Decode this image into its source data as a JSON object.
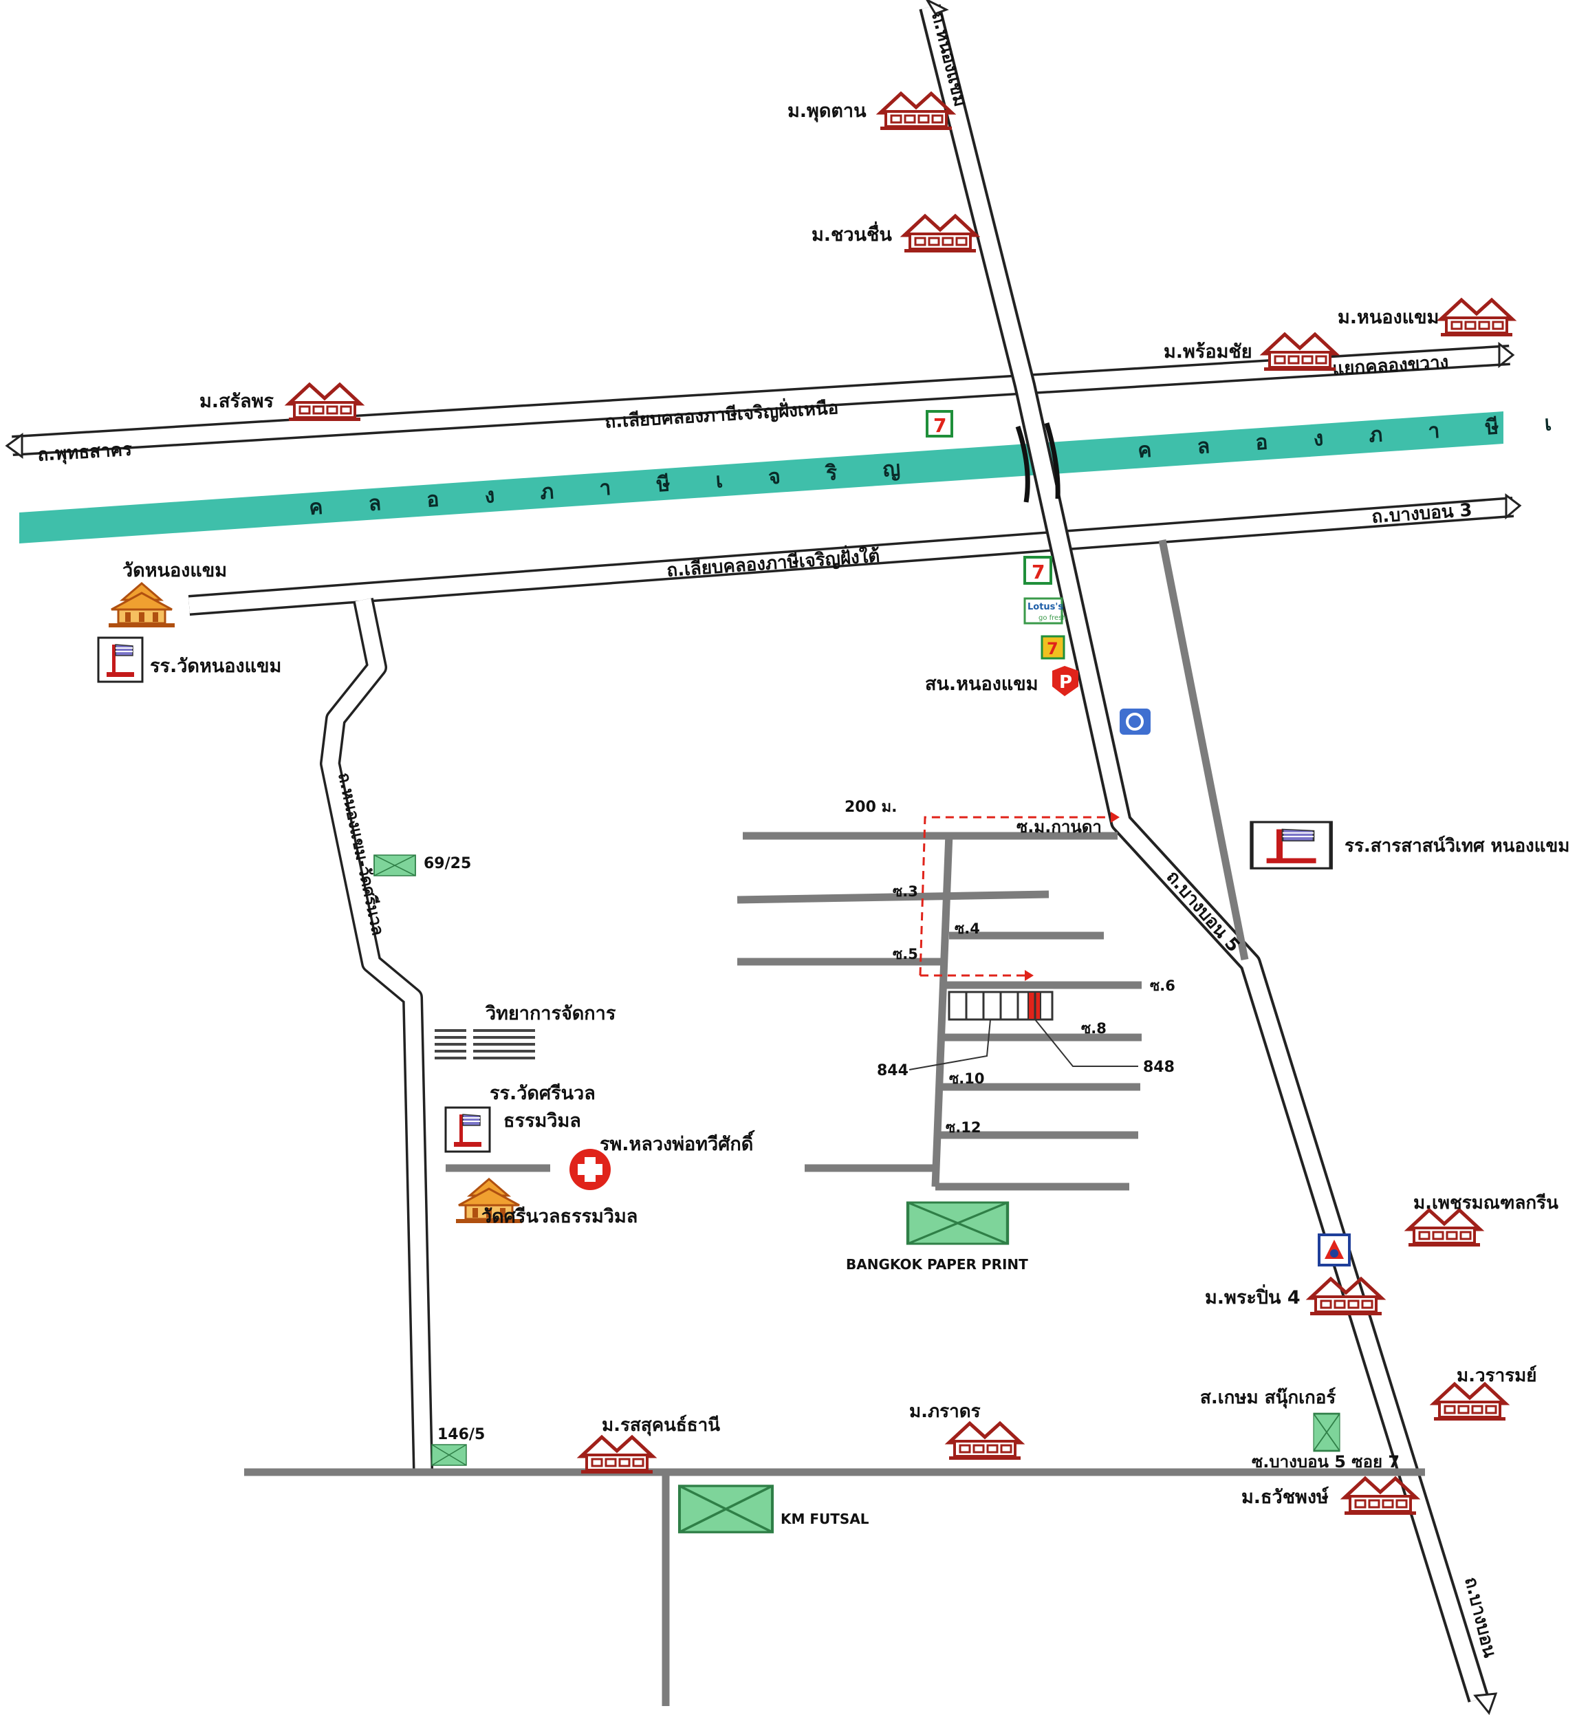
{
  "colors": {
    "canal": "#3fbfaa",
    "road_outline": "#2a2a2a",
    "soi_gray": "#7c7c7c",
    "route_red": "#e0231a",
    "house_red": "#a0201a",
    "temple_orange": "#e07a18",
    "box_green": "#5fc07a",
    "seven_eleven": "#1f8f3a"
  },
  "roads": {
    "north_south_top": "ถ.หนองแขม",
    "north_bank": "ถ.เลียบคลองภาษีเจริญฝั่งเหนือ",
    "south_bank": "ถ.เลียบคลองภาษีเจริญฝั่งใต้",
    "west_exit": "ถ.พุทธสาคร",
    "east_exit_top": "แยกคลองขวาง",
    "east_exit_bottom": "ถ.บางบอน 3",
    "bangbon5": "ถ.บางบอน 5",
    "west_local": "ถ.หนองแขม-วัดศรีนวล",
    "south_exit": "ถ.บางบอน"
  },
  "canal": {
    "label_left": "ค ล อ ง ภ า ษี เ จ ริ ญ",
    "label_right": "ค ล อ ง ภ า ษี เ จ ริ ญ"
  },
  "villages": {
    "phutthan": "ม.พุดตาน",
    "chuanchuen": "ม.ชวนชื่น",
    "nongkhaem": "ม.หนองแขม",
    "phromchai": "ม.พร้อมชัย",
    "saranporn": "ม.สรัลพร",
    "phetchmani": "ม.เพชรมณฑลกรีน",
    "praphin4": "ม.พระปิ่น 4",
    "wararom": "ม.วรารมย์",
    "thawatchapong": "ม.ธวัชพงษ์",
    "rossukon": "ม.รสสุคนธ์ธานี",
    "pharadorn": "ม.ภราดร"
  },
  "places": {
    "wat_nongkhaem": "วัดหนองแขม",
    "school_wat_nongkhaem": "รร.วัดหนองแขม",
    "police": "สน.หนองแขม",
    "school_sarasas": "รร.สารสาสน์วิเทศ หนองแขม",
    "college": "วิทยาการจัดการ",
    "school_srinuan_1": "รร.วัดศรีนวล",
    "school_srinuan_2": "ธรรมวิมล",
    "hospital": "รพ.หลวงพ่อทวีศักดิ์",
    "wat_srinuan": "วัดศรีนวลธรรมวิมล",
    "bangkok_paper": "BANGKOK PAPER PRINT",
    "km_futsal": "KM FUTSAL",
    "snooker": "ส.เกษม สนุ๊กเกอร์",
    "lotus": "Lotus's",
    "lotus_sub": "go fresh"
  },
  "soi": {
    "distance": "200 ม.",
    "kanda": "ซ.ม.กานดา",
    "s3": "ซ.3",
    "s4": "ซ.4",
    "s5": "ซ.5",
    "s6": "ซ.6",
    "s8": "ซ.8",
    "s10": "ซ.10",
    "s12": "ซ.12",
    "bangbon5_soi7": "ซ.บางบอน 5 ซอย 7"
  },
  "numbers": {
    "n6925": "69/25",
    "n1465": "146/5",
    "n844": "844",
    "n848": "848"
  },
  "icons": {
    "seven_eleven": "7",
    "police_badge": "P"
  }
}
